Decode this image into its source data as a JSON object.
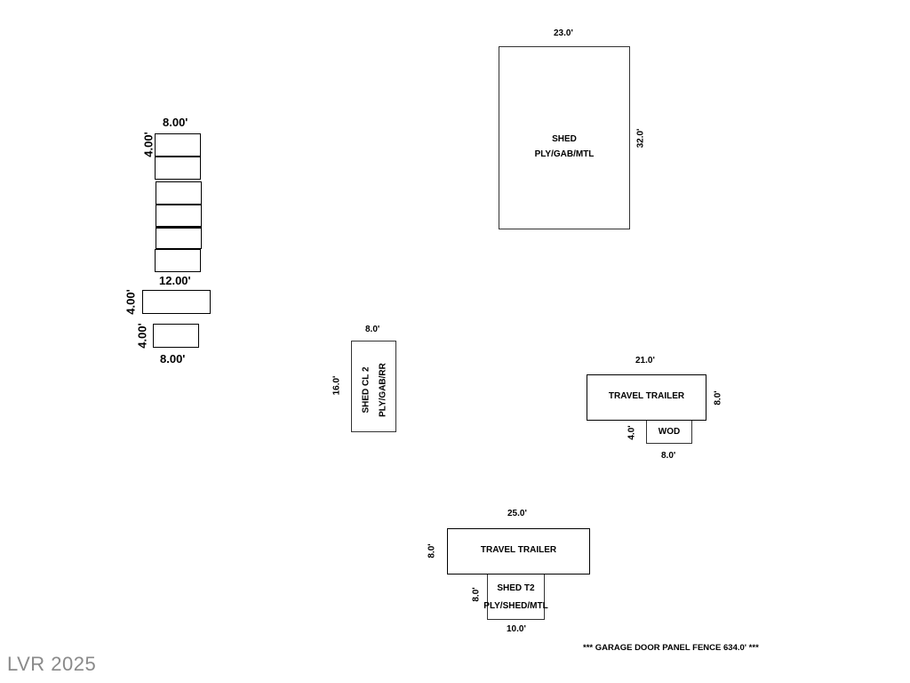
{
  "small_group": {
    "top_width": "8.00'",
    "top_height": "4.00'",
    "mid_width": "12.00'",
    "mid_height": "4.00'",
    "bottom_height": "4.00'",
    "bottom_width": "8.00'"
  },
  "shed_main": {
    "name": "SHED",
    "construction": "PLY/GAB/MTL",
    "width": "23.0'",
    "length": "32.0'"
  },
  "shed_cl2": {
    "name": "SHED CL 2",
    "construction": "PLY/GAB/RR",
    "width": "8.0'",
    "length": "16.0'"
  },
  "trailer_right": {
    "name": "TRAVEL TRAILER",
    "width": "21.0'",
    "height": "8.0'",
    "attachment": {
      "name": "WOD",
      "height": "4.0'",
      "width": "8.0'"
    }
  },
  "trailer_bottom": {
    "name": "TRAVEL TRAILER",
    "width": "25.0'",
    "height": "8.0'",
    "attachment": {
      "name": "SHED T2",
      "construction": "PLY/SHED/MTL",
      "height": "8.0'",
      "width": "10.0'"
    }
  },
  "footnote": "*** GARAGE DOOR PANEL FENCE 634.0' ***",
  "watermark": "LVR 2025"
}
